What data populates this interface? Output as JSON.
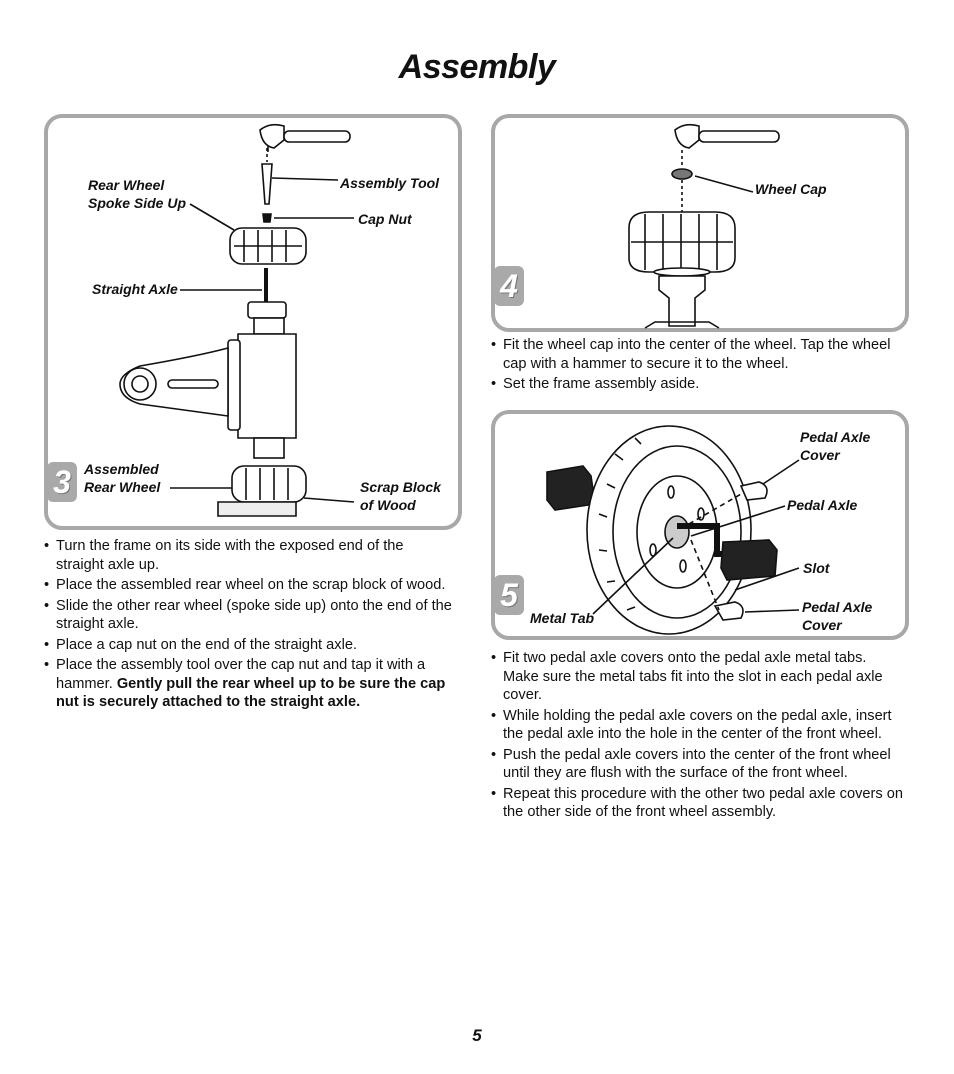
{
  "page": {
    "title": "Assembly",
    "page_number": "5"
  },
  "step3": {
    "number": "3",
    "labels": {
      "rear_wheel_spoke": "Rear Wheel\nSpoke Side Up",
      "assembly_tool": "Assembly Tool",
      "cap_nut": "Cap Nut",
      "straight_axle": "Straight Axle",
      "assembled_rear_wheel": "Assembled\nRear Wheel",
      "scrap_block": "Scrap Block\nof Wood"
    },
    "instructions": [
      {
        "text": "Turn the frame on its side with the exposed end of the straight axle up.",
        "bold": ""
      },
      {
        "text": "Place the assembled rear wheel on the scrap block of wood.",
        "bold": ""
      },
      {
        "text": "Slide the other rear wheel (spoke side up) onto the end of the straight axle.",
        "bold": ""
      },
      {
        "text": "Place a cap nut on the end of the straight axle.",
        "bold": ""
      },
      {
        "text": "Place the assembly tool over the cap nut and tap it with a hammer. ",
        "bold": "Gently pull the rear wheel up to be sure the cap nut is securely attached to the straight axle."
      }
    ]
  },
  "step4": {
    "number": "4",
    "labels": {
      "wheel_cap": "Wheel Cap"
    },
    "instructions": [
      {
        "text": "Fit the wheel cap into the center of the wheel. Tap the wheel cap with a hammer to secure it to the wheel.",
        "bold": ""
      },
      {
        "text": "Set the frame assembly aside.",
        "bold": ""
      }
    ]
  },
  "step5": {
    "number": "5",
    "labels": {
      "pedal_axle_cover_top": "Pedal Axle\nCover",
      "pedal_axle": "Pedal Axle",
      "slot": "Slot",
      "metal_tab": "Metal Tab",
      "pedal_axle_cover_bottom": "Pedal Axle\nCover"
    },
    "instructions": [
      {
        "text": "Fit two pedal axle covers onto the pedal axle metal tabs. Make sure the metal tabs fit into the slot in each pedal axle cover.",
        "bold": ""
      },
      {
        "text": "While holding the pedal axle covers on the pedal axle, insert the pedal axle into the hole in the center of the front wheel.",
        "bold": ""
      },
      {
        "text": "Push the pedal axle covers into the center of the front wheel until they are flush with the surface of the front wheel.",
        "bold": ""
      },
      {
        "text": "Repeat this procedure with the other two pedal axle covers on the other side of the front wheel assembly.",
        "bold": ""
      }
    ]
  },
  "icons": {
    "hammer": "hammer-icon",
    "assembly_tool": "assembly-tool-icon",
    "wheel": "wheel-icon",
    "wheel_cap": "wheel-cap-icon",
    "pedal": "pedal-icon",
    "pedal_axle_cover": "pedal-axle-cover-icon"
  }
}
